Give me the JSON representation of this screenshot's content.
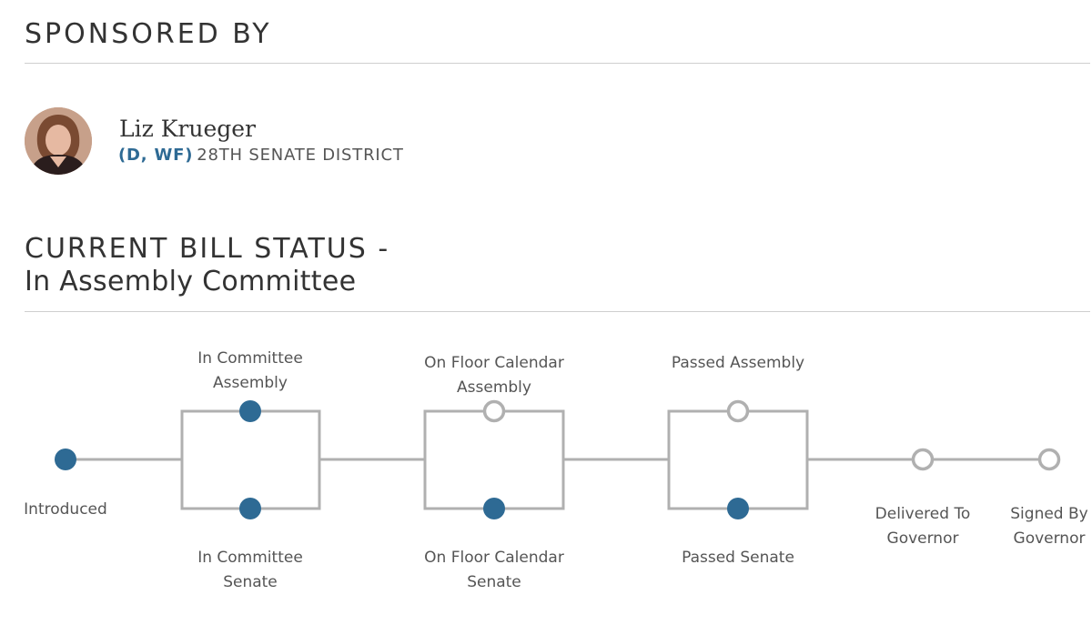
{
  "sponsored": {
    "title": "SPONSORED BY"
  },
  "sponsor": {
    "name": "Liz Krueger",
    "party": "(D, WF)",
    "district": "28TH SENATE DISTRICT"
  },
  "status": {
    "title": "CURRENT BILL STATUS -",
    "subtitle": "In Assembly Committee"
  },
  "colors": {
    "done": "#2e6a94",
    "pending": "#b0b0b0",
    "line": "#b0b0b0"
  },
  "stages": [
    {
      "id": "introduced",
      "lines": [
        "Introduced"
      ],
      "done": true
    },
    {
      "id": "committee-assembly",
      "lines": [
        "In Committee",
        "Assembly"
      ],
      "done": true
    },
    {
      "id": "committee-senate",
      "lines": [
        "In Committee",
        "Senate"
      ],
      "done": true
    },
    {
      "id": "floor-assembly",
      "lines": [
        "On Floor Calendar",
        "Assembly"
      ],
      "done": false
    },
    {
      "id": "floor-senate",
      "lines": [
        "On Floor Calendar",
        "Senate"
      ],
      "done": true
    },
    {
      "id": "passed-assembly",
      "lines": [
        "Passed Assembly"
      ],
      "done": false
    },
    {
      "id": "passed-senate",
      "lines": [
        "Passed Senate"
      ],
      "done": true
    },
    {
      "id": "delivered-governor",
      "lines": [
        "Delivered To",
        "Governor"
      ],
      "done": false
    },
    {
      "id": "signed-governor",
      "lines": [
        "Signed By",
        "Governor"
      ],
      "done": false
    }
  ]
}
